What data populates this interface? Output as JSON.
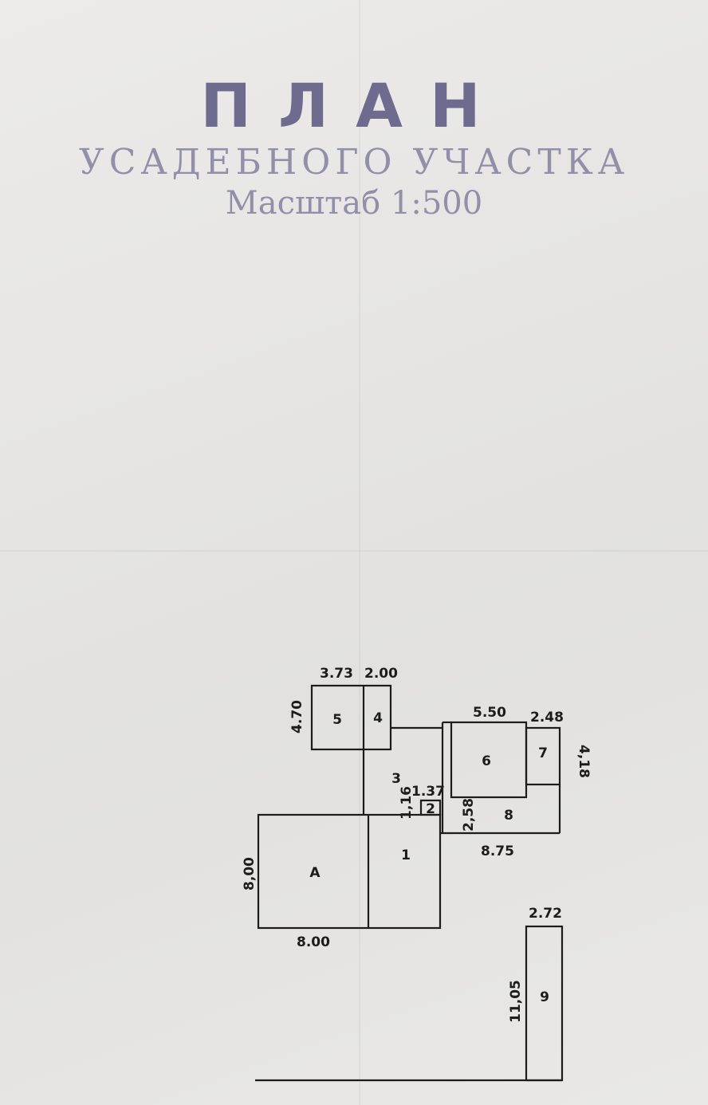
{
  "stamp": {
    "title": "ПЛАН",
    "subtitle": "УСАДЕБНОГО УЧАСТКА",
    "scale": "Масштаб 1:500"
  },
  "rooms": {
    "A": "А",
    "r1": "1",
    "r2": "2",
    "r3": "3",
    "r4": "4",
    "r5": "5",
    "r6": "6",
    "r7": "7",
    "r8": "8",
    "r9": "9"
  },
  "dims": {
    "d5_width": "3.73",
    "d4_width": "2.00",
    "d5_height": "4.70",
    "d6_width": "5.50",
    "d7_width": "2.48",
    "d67_height": "4,18",
    "d3_height": "1,16",
    "d2_width": "1.37",
    "d8_height": "2,58",
    "d8_width": "8.75",
    "dA_height": "8,00",
    "dA_width": "8.00",
    "d9_width": "2.72",
    "d9_height": "11,05"
  },
  "colors": {
    "stamp_ink": "#5a5680",
    "paper": "#e8e7e5",
    "lines": "#1c1c1c"
  }
}
